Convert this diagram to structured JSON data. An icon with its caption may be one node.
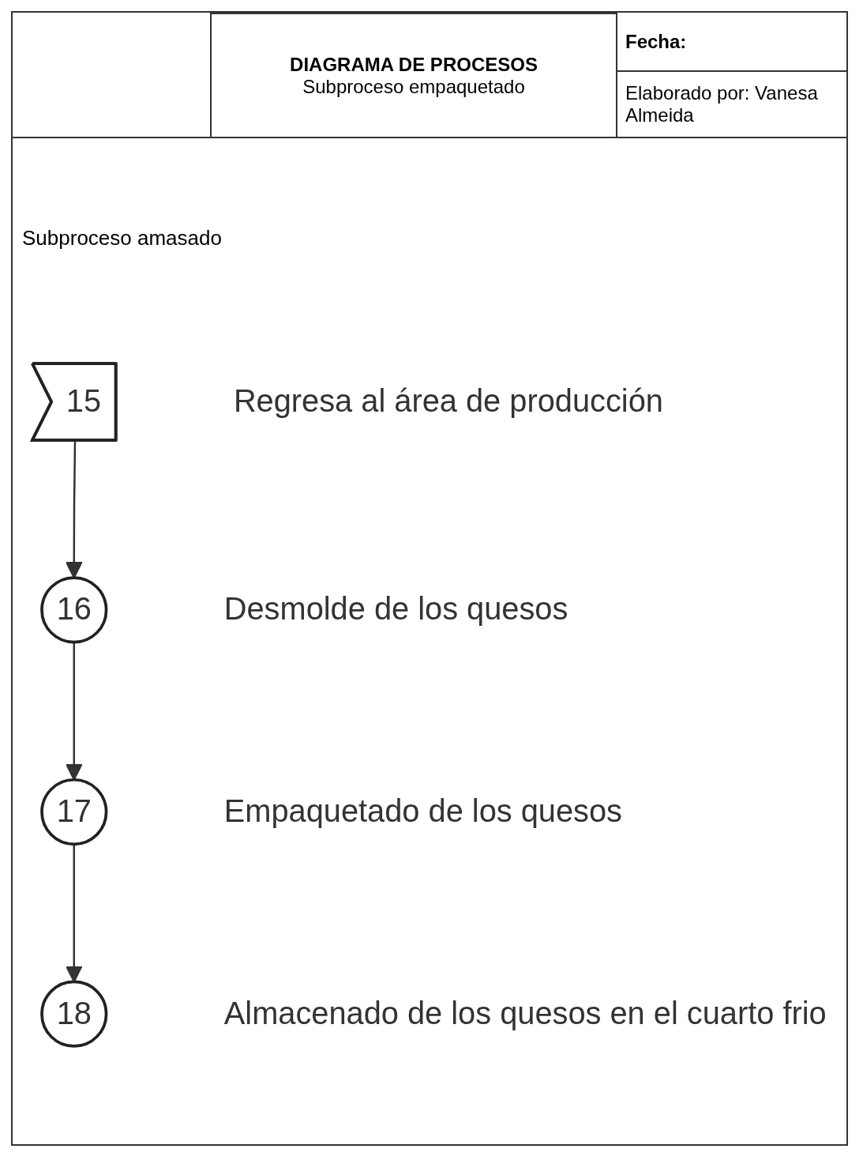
{
  "diagram": {
    "title": "DIAGRAMA DE PROCESOS",
    "nodes": [
      {
        "text": [
          "15"
        ],
        "beside": [
          "Regresa al área de producción"
        ]
      },
      {
        "text": [
          "16"
        ],
        "beside": [
          "Desmolde de los quesos"
        ]
      },
      {
        "text": [
          "17"
        ],
        "beside": [
          "Empaquetado de los quesos"
        ]
      },
      {
        "text": [
          "18"
        ],
        "beside": [
          "Almacenado de los quesos en el cuarto frio"
        ]
      }
    ],
    "edges": [
      {
        "from": 0,
        "to": 1,
        "arrow": "to"
      },
      {
        "from": 1,
        "to": 2,
        "arrow": "to"
      },
      {
        "from": 2,
        "to": 3,
        "arrow": "to"
      }
    ],
    "labels": [
      "Subproceso empaquetado",
      "Fecha:",
      "Elaborado por: Vanesa Almeida",
      "Subproceso amasado"
    ]
  }
}
